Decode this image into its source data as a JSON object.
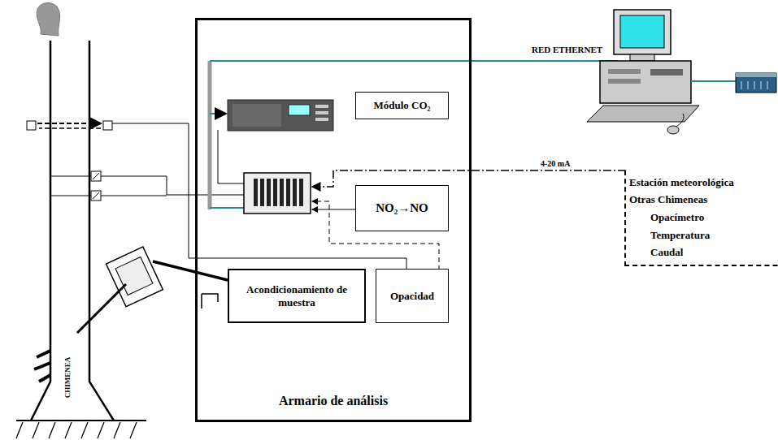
{
  "diagram": {
    "nodes": [
      {
        "text": [
          "Armario de análisis"
        ]
      },
      {
        "text": [
          "Módulo CO₂"
        ],
        "in": 0
      },
      {
        "text": [
          "NO₂→NO"
        ],
        "in": 0
      },
      {
        "text": [
          "Acondicionamiento de muestra"
        ],
        "in": 0
      },
      {
        "text": [
          "Opacidad"
        ],
        "in": 0
      },
      {
        "text": [
          "Estación meteorológica",
          "Otras Chimeneas",
          "Opacímetro",
          "Temperatura",
          "Caudal"
        ]
      }
    ],
    "labels": [
      "RED ETHERNET",
      "4-20 mA",
      "CHIMENEA"
    ]
  }
}
